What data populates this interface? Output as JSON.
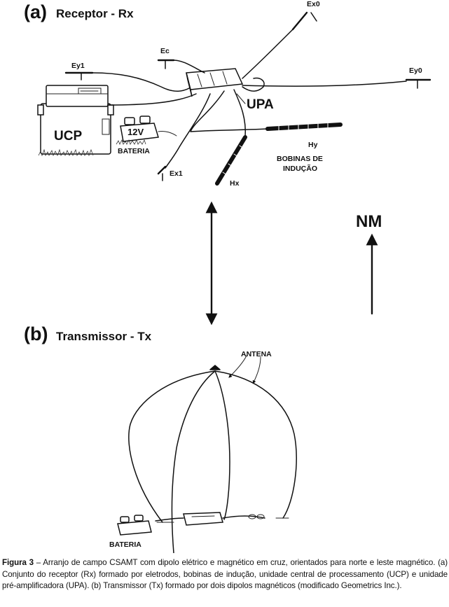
{
  "panel_a": {
    "tag": "(a)",
    "title": "Receptor - Rx",
    "labels": {
      "ex0": "Ex0",
      "ec": "Ec",
      "ey1": "Ey1",
      "ey0": "Ey0",
      "upa": "UPA",
      "ucp": "UCP",
      "battery_voltage": "12V",
      "battery": "BATERIA",
      "hy": "Hy",
      "coils_line1": "BOBINAS DE",
      "coils_line2": "INDUÇÃO",
      "ex1": "Ex1",
      "hx": "Hx"
    }
  },
  "north_label": "NM",
  "panel_b": {
    "tag": "(b)",
    "title": "Transmissor - Tx",
    "labels": {
      "antenna": "ANTENA",
      "battery": "BATERIA"
    }
  },
  "caption": {
    "label": "Figura 3",
    "text": " – Arranjo de campo CSAMT com dipolo elétrico e magnético em cruz, orientados para norte e leste magnético. (a) Conjunto do receptor (Rx) formado por eletrodos, bobinas de indução, unidade central de processamento (UCP) e unidade pré-amplificadora (UPA). (b) Transmissor (Tx) formado por dois dipolos magnéticos (modificado Geometrics Inc.)."
  }
}
